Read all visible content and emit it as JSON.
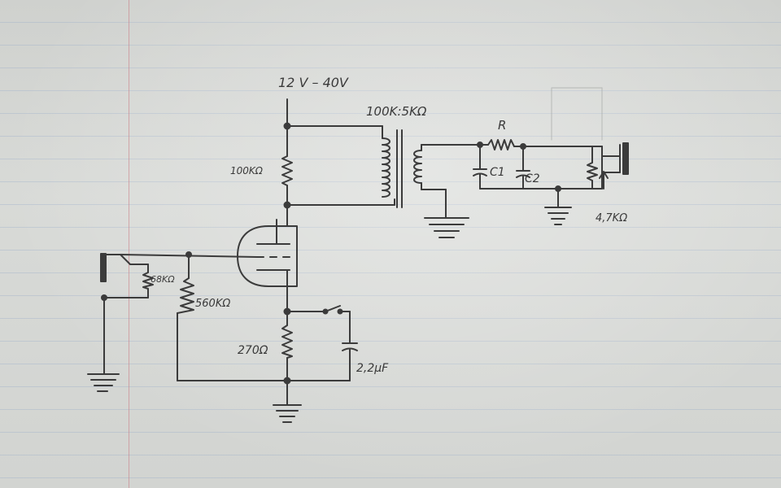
{
  "diagram": {
    "supply_voltage": "12 V – 40V",
    "transformer_ratio": "100K:5KΩ",
    "labels": {
      "plate_resistor": "100KΩ",
      "input_resistor": "68KΩ",
      "grid_resistor": "560KΩ",
      "cathode_resistor": "270Ω",
      "bypass_capacitor": "2,2µF",
      "filter_resistor": "R",
      "cap1": "C1",
      "cap2": "C2",
      "potentiometer": "4,7KΩ"
    }
  }
}
